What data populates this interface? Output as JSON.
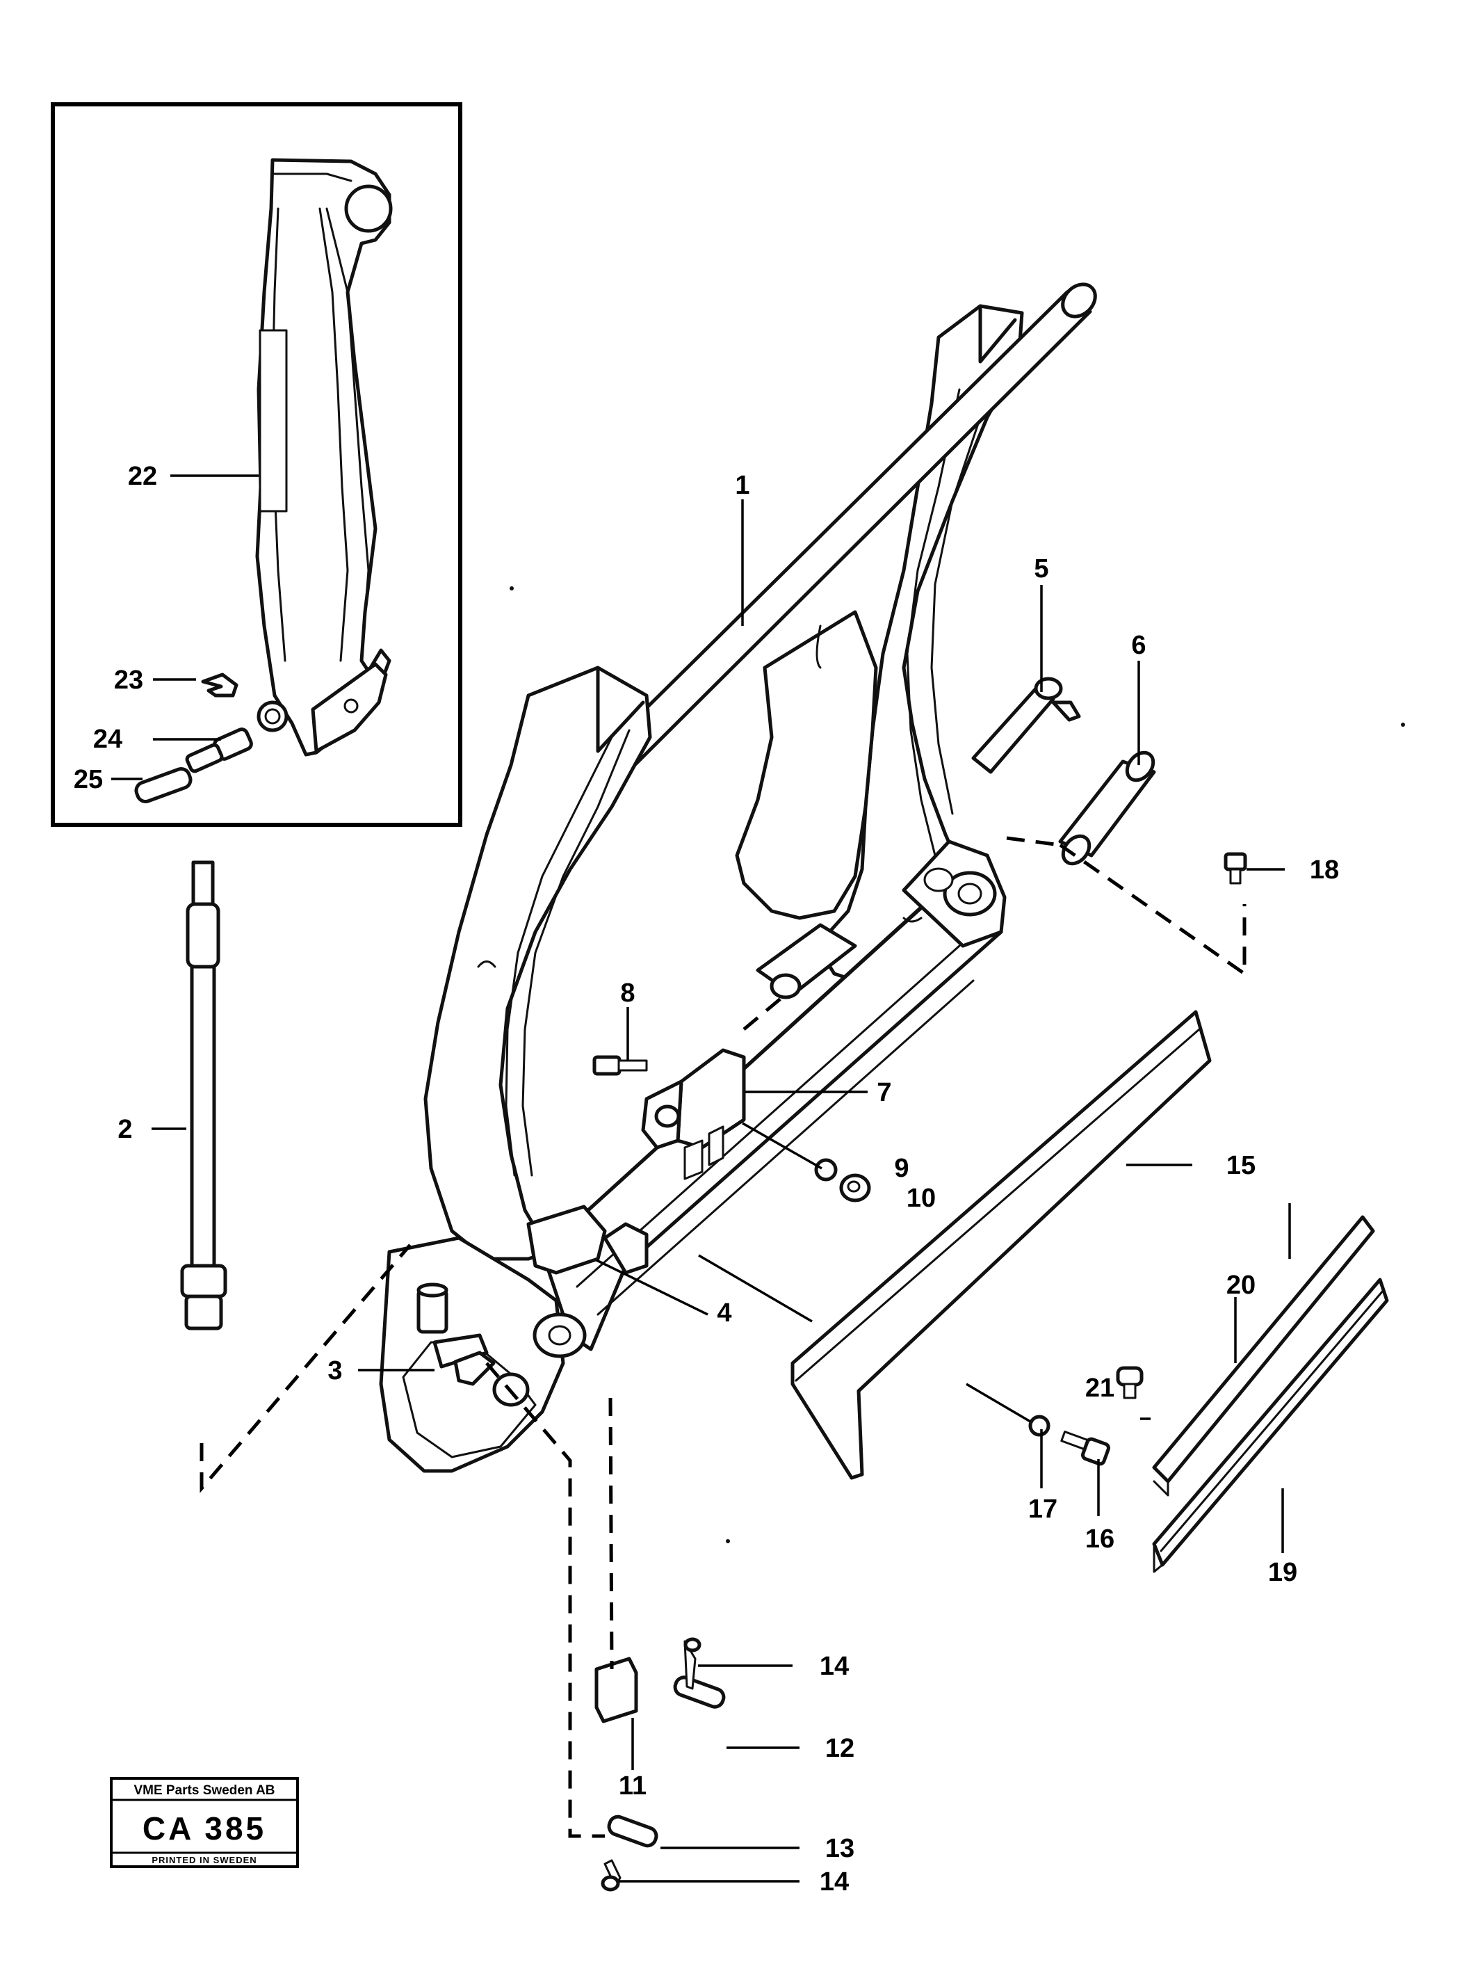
{
  "diagram": {
    "callouts": [
      {
        "id": "1",
        "label": "1"
      },
      {
        "id": "2",
        "label": "2"
      },
      {
        "id": "3",
        "label": "3"
      },
      {
        "id": "4",
        "label": "4"
      },
      {
        "id": "5",
        "label": "5"
      },
      {
        "id": "6",
        "label": "6"
      },
      {
        "id": "7",
        "label": "7"
      },
      {
        "id": "8",
        "label": "8"
      },
      {
        "id": "9",
        "label": "9"
      },
      {
        "id": "10",
        "label": "10"
      },
      {
        "id": "11",
        "label": "11"
      },
      {
        "id": "12",
        "label": "12"
      },
      {
        "id": "13",
        "label": "13"
      },
      {
        "id": "14a",
        "label": "14"
      },
      {
        "id": "14b",
        "label": "14"
      },
      {
        "id": "15",
        "label": "15"
      },
      {
        "id": "16",
        "label": "16"
      },
      {
        "id": "17",
        "label": "17"
      },
      {
        "id": "18",
        "label": "18"
      },
      {
        "id": "19",
        "label": "19"
      },
      {
        "id": "20",
        "label": "20"
      },
      {
        "id": "21",
        "label": "21"
      },
      {
        "id": "22",
        "label": "22"
      },
      {
        "id": "23",
        "label": "23"
      },
      {
        "id": "24",
        "label": "24"
      },
      {
        "id": "25",
        "label": "25"
      }
    ]
  },
  "stamp": {
    "company": "VME Parts Sweden AB",
    "code": "CA 385",
    "printed": "PRINTED IN SWEDEN"
  }
}
